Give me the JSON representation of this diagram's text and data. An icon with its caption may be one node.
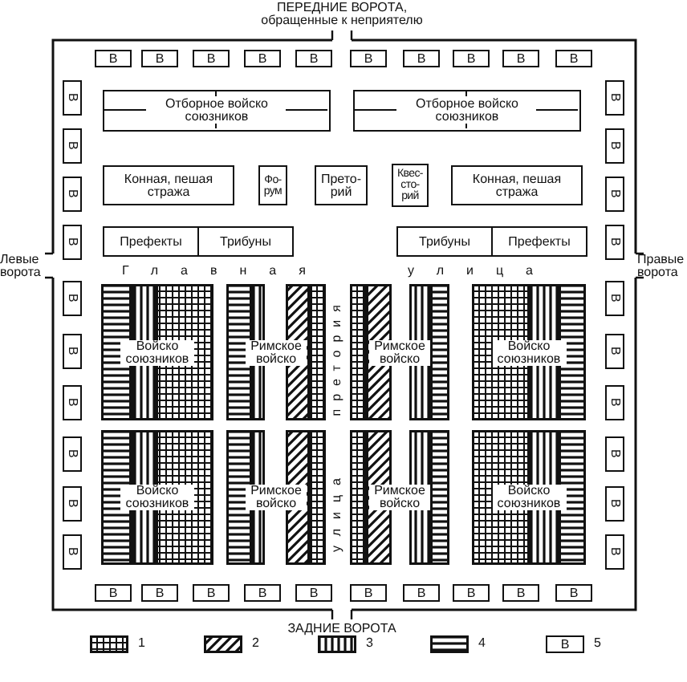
{
  "diagram": {
    "nodes": [
      {
        "text": [
          "В"
        ]
      },
      {
        "text": [
          "В"
        ]
      },
      {
        "text": [
          "В"
        ]
      },
      {
        "text": [
          "В"
        ]
      },
      {
        "text": [
          "В"
        ]
      },
      {
        "text": [
          "В"
        ]
      },
      {
        "text": [
          "В"
        ]
      },
      {
        "text": [
          "В"
        ]
      },
      {
        "text": [
          "В"
        ]
      },
      {
        "text": [
          "В"
        ]
      },
      {
        "text": [
          "В"
        ]
      },
      {
        "text": [
          "В"
        ]
      },
      {
        "text": [
          "В"
        ]
      },
      {
        "text": [
          "В"
        ]
      },
      {
        "text": [
          "В"
        ]
      },
      {
        "text": [
          "В"
        ]
      },
      {
        "text": [
          "В"
        ]
      },
      {
        "text": [
          "В"
        ]
      },
      {
        "text": [
          "В"
        ]
      },
      {
        "text": [
          "В"
        ]
      },
      {
        "text": [
          "В"
        ]
      },
      {
        "text": [
          "В"
        ]
      },
      {
        "text": [
          "В"
        ]
      },
      {
        "text": [
          "В"
        ]
      },
      {
        "text": [
          "В"
        ]
      },
      {
        "text": [
          "В"
        ]
      },
      {
        "text": [
          "В"
        ]
      },
      {
        "text": [
          "В"
        ]
      },
      {
        "text": [
          "В"
        ]
      },
      {
        "text": [
          "В"
        ]
      },
      {
        "text": [
          "Отборное войско союзников"
        ]
      },
      {
        "text": [
          "Отборное войско союзников"
        ]
      },
      {
        "text": [
          "Конная, пешая стража"
        ]
      },
      {
        "text": [
          "Фо- рум"
        ]
      },
      {
        "text": [
          "Прето- рий"
        ]
      },
      {
        "text": [
          "Квес- сто- рий"
        ]
      },
      {
        "text": [
          "Конная, пешая стража"
        ]
      },
      {
        "text": [
          "Префекты"
        ]
      },
      {
        "text": [
          "Трибуны"
        ]
      },
      {
        "text": [
          "Трибуны"
        ]
      },
      {
        "text": [
          "Префекты"
        ]
      },
      {
        "text": [
          "Войско союзников"
        ]
      },
      {
        "text": [
          "Римское войско"
        ]
      },
      {
        "text": [
          "Римское войско"
        ]
      },
      {
        "text": [
          "Войско союзников"
        ]
      },
      {
        "text": [
          "Войско союзников"
        ]
      },
      {
        "text": [
          "Римское войско"
        ]
      },
      {
        "text": [
          "Римское войско"
        ]
      },
      {
        "text": [
          "Войско союзников"
        ]
      },
      {
        "text": [
          "В"
        ]
      },
      {
        "text": [
          "В"
        ]
      },
      {
        "text": [
          "В"
        ]
      },
      {
        "text": [
          "В"
        ]
      },
      {
        "text": [
          "В"
        ]
      },
      {
        "text": [
          "В"
        ]
      },
      {
        "text": [
          "В"
        ]
      },
      {
        "text": [
          "В"
        ]
      },
      {
        "text": [
          "В"
        ]
      },
      {
        "text": [
          "В"
        ]
      }
    ],
    "edges": [],
    "labels": [
      "ПЕРЕДНИЕ ВОРОТА, обращенные к неприятелю",
      "Левые ворота",
      "Главная",
      "улица",
      "Правые ворота",
      "претория",
      "улица",
      "ЗАДНИЕ ВОРОТА",
      "В"
    ],
    "legend": [
      {
        "text": "1"
      },
      {
        "text": "2"
      },
      {
        "text": "3"
      },
      {
        "text": "4"
      },
      {
        "text": "5"
      }
    ]
  }
}
